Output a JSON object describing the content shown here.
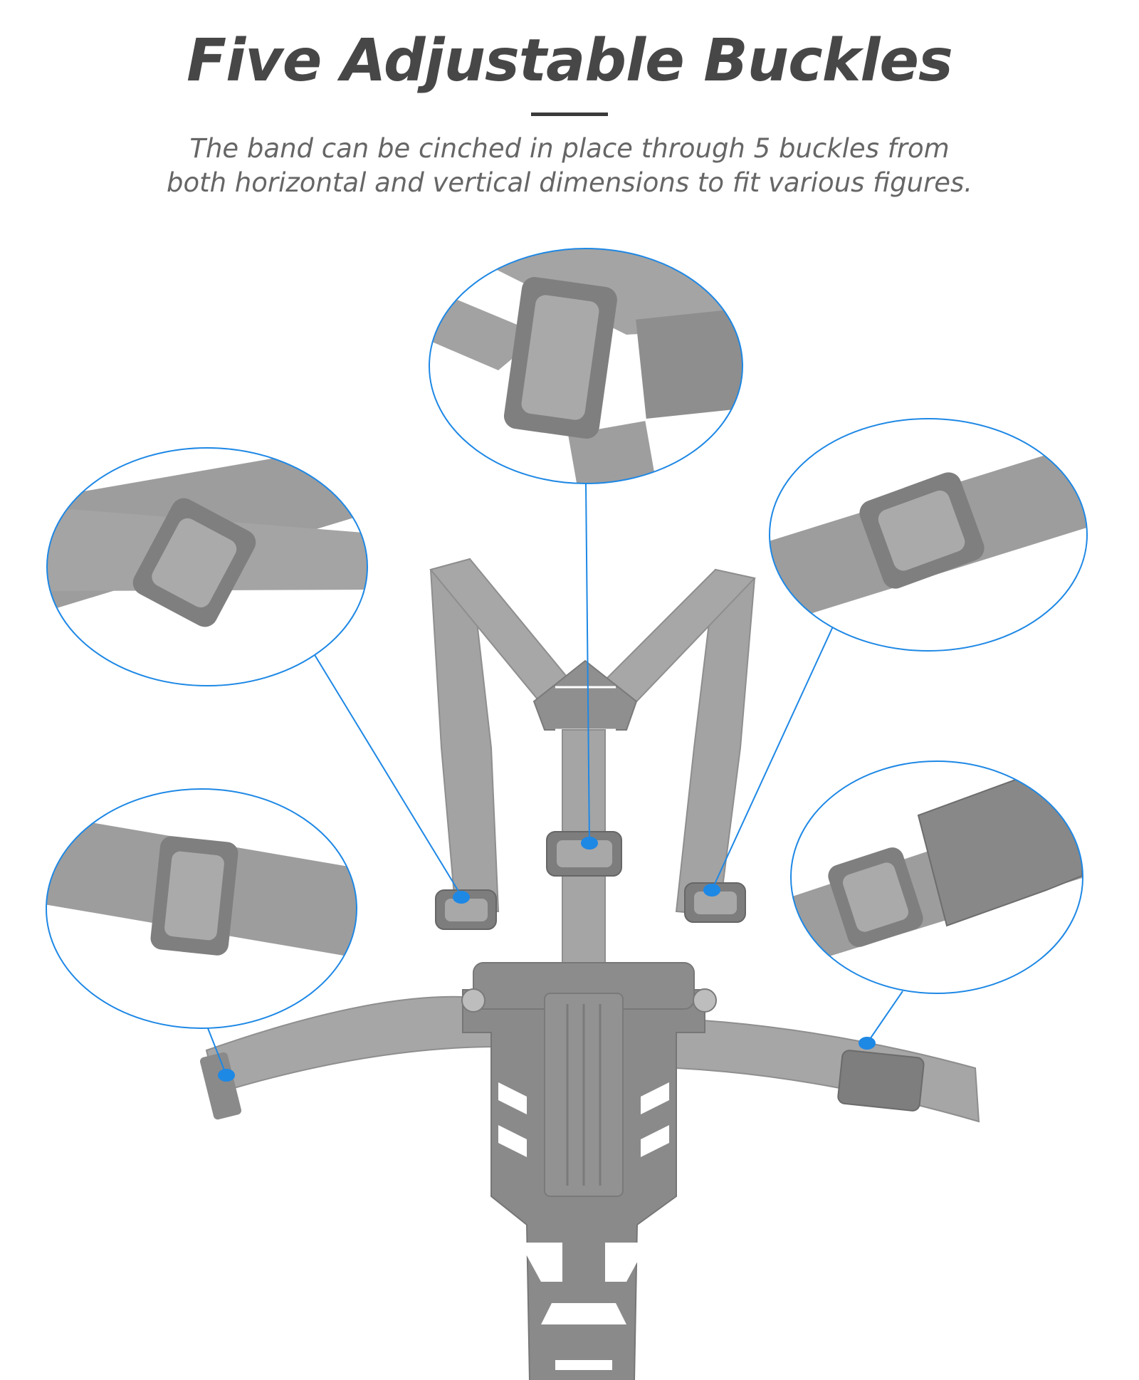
{
  "heading": {
    "title": "Five Adjustable Buckles",
    "description_line_1": "The band can be cinched in place through 5 buckles from",
    "description_line_2": "both horizontal and vertical dimensions to fit various figures."
  },
  "colors": {
    "title": "#474747",
    "description": "#666666",
    "callout_accent": "#1e88e5",
    "strap": "#9c9c9c",
    "buckle": "#7d7d7d"
  },
  "callouts": [
    {
      "name": "top-center-buckle",
      "detail": "strap-adjuster-buckle"
    },
    {
      "name": "upper-left-buckle",
      "detail": "strap-slider-buckle"
    },
    {
      "name": "upper-right-buckle",
      "detail": "strap-slider-buckle"
    },
    {
      "name": "lower-left-buckle",
      "detail": "strap-slider-buckle"
    },
    {
      "name": "lower-right-buckle",
      "detail": "side-release-buckle"
    }
  ]
}
